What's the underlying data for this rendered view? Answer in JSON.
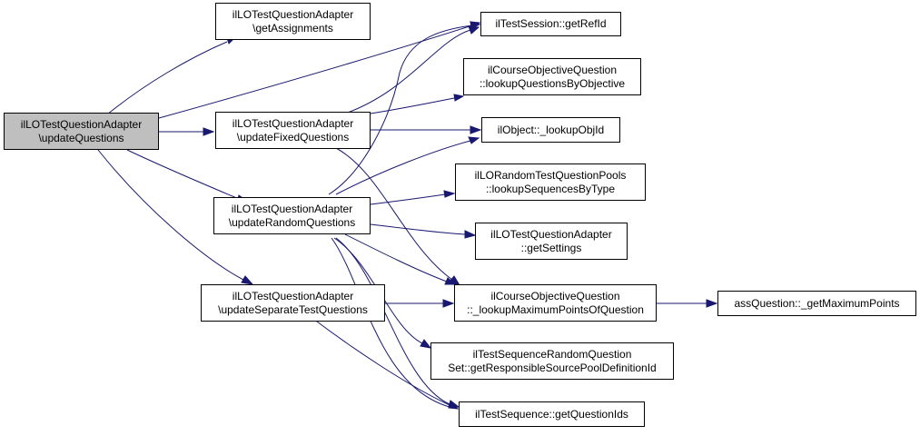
{
  "colors": {
    "edge": "#191970",
    "node_border": "#000000",
    "root_fill": "#bfbfbf",
    "node_fill": "#ffffff"
  },
  "nodes": {
    "update_questions": {
      "line1": "ilLOTestQuestionAdapter",
      "line2": "\\updateQuestions"
    },
    "get_assignments": {
      "line1": "ilLOTestQuestionAdapter",
      "line2": "\\getAssignments"
    },
    "update_fixed": {
      "line1": "ilLOTestQuestionAdapter",
      "line2": "\\updateFixedQuestions"
    },
    "update_random": {
      "line1": "ilLOTestQuestionAdapter",
      "line2": "\\updateRandomQuestions"
    },
    "update_separate": {
      "line1": "ilLOTestQuestionAdapter",
      "line2": "\\updateSeparateTestQuestions"
    },
    "get_ref_id": {
      "line1": "ilTestSession::getRefId"
    },
    "lookup_by_objective": {
      "line1": "ilCourseObjectiveQuestion",
      "line2": "::lookupQuestionsByObjective"
    },
    "lookup_obj_id": {
      "line1": "ilObject::_lookupObjId"
    },
    "lookup_seq_by_type": {
      "line1": "ilLORandomTestQuestionPools",
      "line2": "::lookupSequencesByType"
    },
    "get_settings": {
      "line1": "ilLOTestQuestionAdapter",
      "line2": "::getSettings"
    },
    "lookup_max_points": {
      "line1": "ilCourseObjectiveQuestion",
      "line2": "::_lookupMaximumPointsOfQuestion"
    },
    "get_source_pool": {
      "line1": "ilTestSequenceRandomQuestion",
      "line2": "Set::getResponsibleSourcePoolDefinitionId"
    },
    "get_question_ids": {
      "line1": "ilTestSequence::getQuestionIds"
    },
    "get_maximum_points": {
      "line1": "assQuestion::_getMaximumPoints"
    }
  }
}
